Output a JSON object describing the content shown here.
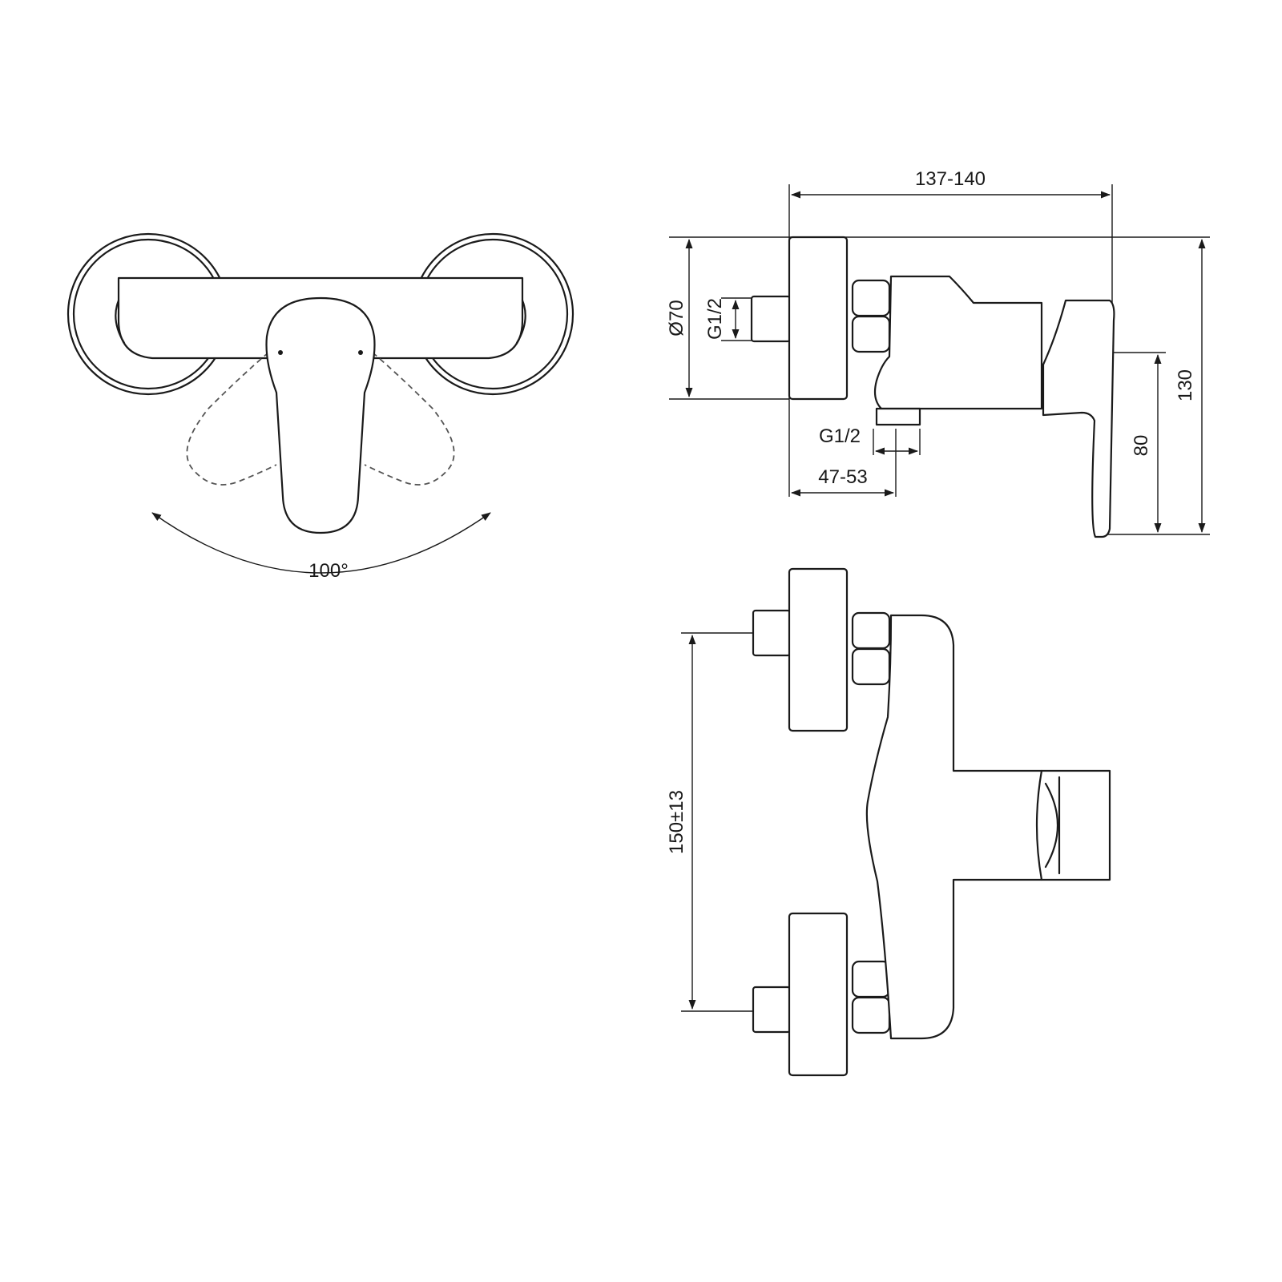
{
  "dimensions": {
    "angle": "100°",
    "overall_depth": "137-140",
    "rosette_diameter": "Ø70",
    "inlet_thread": "G1/2",
    "outlet_thread": "G1/2",
    "outlet_offset": "47-53",
    "overall_height": "130",
    "lever_height": "80",
    "centers": "150±13"
  }
}
